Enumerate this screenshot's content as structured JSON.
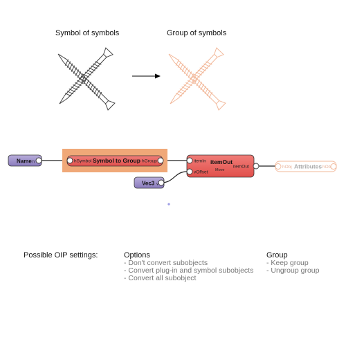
{
  "illustration": {
    "left_caption": "Symbol of symbols",
    "right_caption": "Group of symbols"
  },
  "colors": {
    "symbol_stroke": "#444444",
    "group_stroke": "#f2b89a",
    "name_node": "#9a8cc4",
    "vec3_node": "#9a8cc4",
    "symbol_to_group_highlight": "#f0a878",
    "symbol_to_group_node": "#e9635f",
    "itemout_node": "#e9635f",
    "attributes_stroke": "#f2b89a",
    "crosshair": "#6a6ad8"
  },
  "graph": {
    "name_node": {
      "label": "Name",
      "port": "h"
    },
    "symbol_to_group_node": {
      "in_port": "hSymbol",
      "label": "Symbol to Group",
      "out_port": "hGroup"
    },
    "itemout_node": {
      "title": "itemOut",
      "subtitle": "Move",
      "in_port_1": "itemIn",
      "in_port_2": "vOffset",
      "out_port": "itemOut"
    },
    "vec3_node": {
      "label": "Vec3",
      "port": "v"
    },
    "attributes_node": {
      "in_port": "hObj",
      "label": "Attributes",
      "out_port": "hObj"
    }
  },
  "settings": {
    "heading": "Possible OIP settings:",
    "options": {
      "title": "Options",
      "items": [
        "- Don't convert subobjects",
        "- Convert plug-in and symbol subobjects",
        "- Convert all subobject"
      ]
    },
    "group": {
      "title": "Group",
      "items": [
        "- Keep group",
        "- Ungroup group"
      ]
    }
  }
}
